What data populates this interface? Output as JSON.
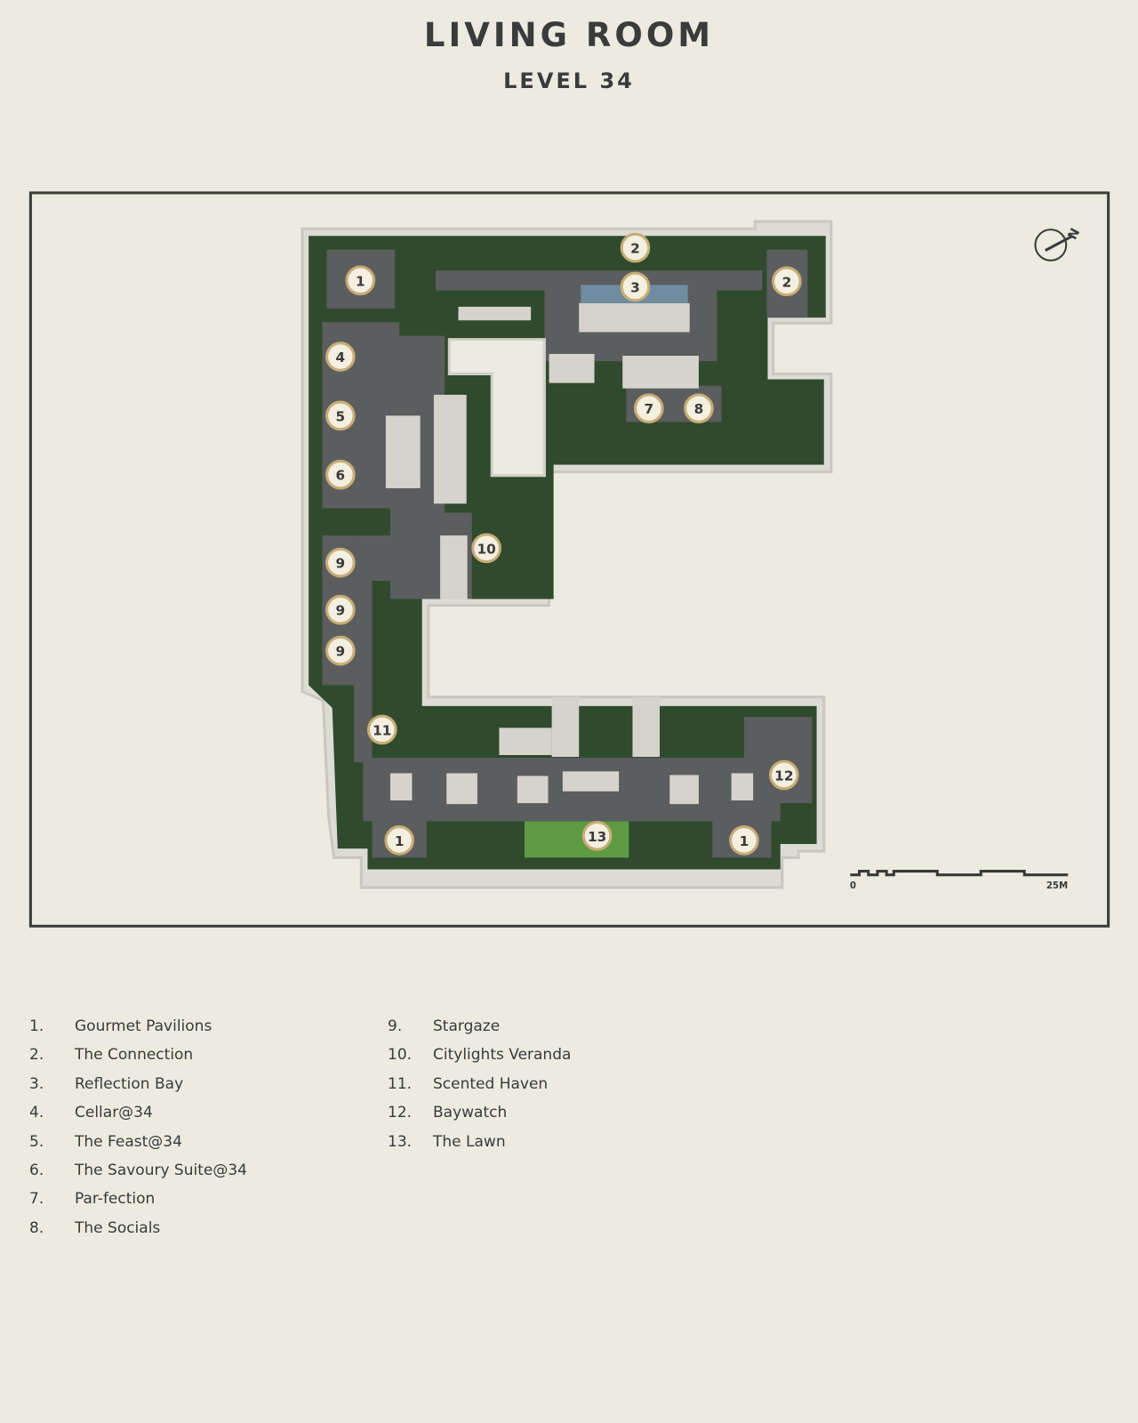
{
  "header": {
    "title": "LIVING ROOM",
    "subtitle": "LEVEL 34"
  },
  "map": {
    "markers": [
      "1",
      "2",
      "2",
      "3",
      "4",
      "5",
      "6",
      "7",
      "8",
      "9",
      "9",
      "9",
      "10",
      "11",
      "12",
      "13",
      "1",
      "1"
    ],
    "north_label": "N",
    "scale_bar": {
      "start": "0",
      "end": "25M"
    },
    "colors": {
      "background": "#ecebe0",
      "frame": "#3d3d3d",
      "greenery": "#2f4a2c",
      "paving": "#5b5d5f",
      "marker_fill": "#f3efe1",
      "marker_ring": "#c7ad76"
    }
  },
  "legend": {
    "col1": [
      {
        "num": "1.",
        "label": "Gourmet Pavilions"
      },
      {
        "num": "2.",
        "label": "The Connection"
      },
      {
        "num": "3.",
        "label": "Reflection Bay"
      },
      {
        "num": "4.",
        "label": "Cellar@34"
      },
      {
        "num": "5.",
        "label": "The Feast@34"
      },
      {
        "num": "6.",
        "label": "The Savoury Suite@34"
      },
      {
        "num": "7.",
        "label": "Par-fection"
      },
      {
        "num": "8.",
        "label": "The Socials"
      }
    ],
    "col2": [
      {
        "num": "9.",
        "label": "Stargaze"
      },
      {
        "num": "10.",
        "label": "Citylights Veranda"
      },
      {
        "num": "11.",
        "label": "Scented Haven"
      },
      {
        "num": "12.",
        "label": "Baywatch"
      },
      {
        "num": "13.",
        "label": "The Lawn"
      }
    ]
  }
}
